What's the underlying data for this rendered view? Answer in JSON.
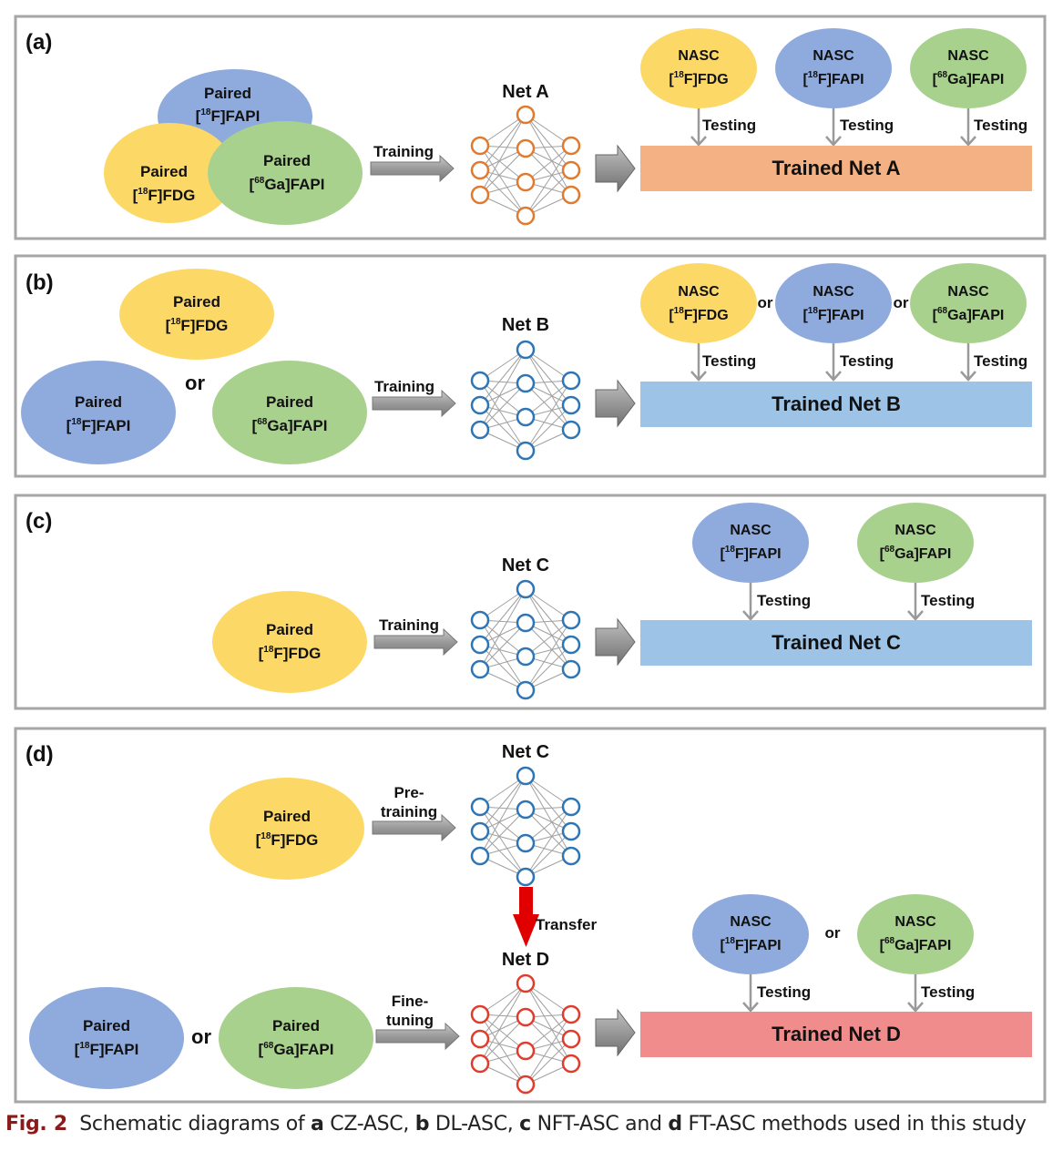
{
  "colors": {
    "yellow": "#fcd966",
    "blue": "#8faadc",
    "green": "#a9d18e",
    "net_a_bar": "#f4b183",
    "net_b_bar": "#9dc3e6",
    "net_c_bar": "#9dc3e6",
    "net_d_bar": "#f08c8c",
    "orange_node": "#e07a30",
    "blue_node": "#2e75b6",
    "red_node": "#e03c2c",
    "transfer_arrow": "#e00000"
  },
  "panels": {
    "a": {
      "label": "(a)",
      "ellipses": [
        {
          "line1": "Paired",
          "line2": "[18F]FAPI",
          "iso": "18",
          "elem": "F]FAPI"
        },
        {
          "line1": "Paired",
          "line2": "[18F]FDG",
          "iso": "18",
          "elem": "F]FDG"
        },
        {
          "line1": "Paired",
          "line2": "[68Ga]FAPI",
          "iso": "68",
          "elem": "Ga]FAPI"
        }
      ],
      "arrow_label": "Training",
      "net_title": "Net A",
      "tests": [
        {
          "line1": "NASC",
          "iso": "18",
          "elem": "F]FDG"
        },
        {
          "line1": "NASC",
          "iso": "18",
          "elem": "F]FAPI"
        },
        {
          "line1": "NASC",
          "iso": "68",
          "elem": "Ga]FAPI"
        }
      ],
      "testing_label": "Testing",
      "bar_label": "Trained Net A"
    },
    "b": {
      "label": "(b)",
      "ellipses": [
        {
          "line1": "Paired",
          "iso": "18",
          "elem": "F]FDG"
        },
        {
          "line1": "Paired",
          "iso": "18",
          "elem": "F]FAPI"
        },
        {
          "line1": "Paired",
          "iso": "68",
          "elem": "Ga]FAPI"
        }
      ],
      "or_label": "or",
      "arrow_label": "Training",
      "net_title": "Net B",
      "tests": [
        {
          "line1": "NASC",
          "iso": "18",
          "elem": "F]FDG"
        },
        {
          "line1": "NASC",
          "iso": "18",
          "elem": "F]FAPI"
        },
        {
          "line1": "NASC",
          "iso": "68",
          "elem": "Ga]FAPI"
        }
      ],
      "test_or": "or",
      "testing_label": "Testing",
      "bar_label": "Trained Net B"
    },
    "c": {
      "label": "(c)",
      "ellipses": [
        {
          "line1": "Paired",
          "iso": "18",
          "elem": "F]FDG"
        }
      ],
      "arrow_label": "Training",
      "net_title": "Net C",
      "tests": [
        {
          "line1": "NASC",
          "iso": "18",
          "elem": "F]FAPI"
        },
        {
          "line1": "NASC",
          "iso": "68",
          "elem": "Ga]FAPI"
        }
      ],
      "testing_label": "Testing",
      "bar_label": "Trained Net C"
    },
    "d": {
      "label": "(d)",
      "pre_ellipse": {
        "line1": "Paired",
        "iso": "18",
        "elem": "F]FDG"
      },
      "pre_label_1": "Pre-",
      "pre_label_2": "training",
      "net_top_title": "Net C",
      "transfer_label": "Transfer",
      "net_bottom_title": "Net D",
      "fine_ellipses": [
        {
          "line1": "Paired",
          "iso": "18",
          "elem": "F]FAPI"
        },
        {
          "line1": "Paired",
          "iso": "68",
          "elem": "Ga]FAPI"
        }
      ],
      "or_label": "or",
      "fine_label_1": "Fine-",
      "fine_label_2": "tuning",
      "tests": [
        {
          "line1": "NASC",
          "iso": "18",
          "elem": "F]FAPI"
        },
        {
          "line1": "NASC",
          "iso": "68",
          "elem": "Ga]FAPI"
        }
      ],
      "test_or": "or",
      "testing_label": "Testing",
      "bar_label": "Trained Net D"
    }
  },
  "caption": {
    "fig": "Fig. 2",
    "t1": "Schematic diagrams of ",
    "a": "a",
    "t2": " CZ-ASC, ",
    "b": "b",
    "t3": " DL-ASC, ",
    "c": "c",
    "t4": " NFT-ASC and ",
    "d": "d",
    "t5": " FT-ASC methods used in this study"
  }
}
